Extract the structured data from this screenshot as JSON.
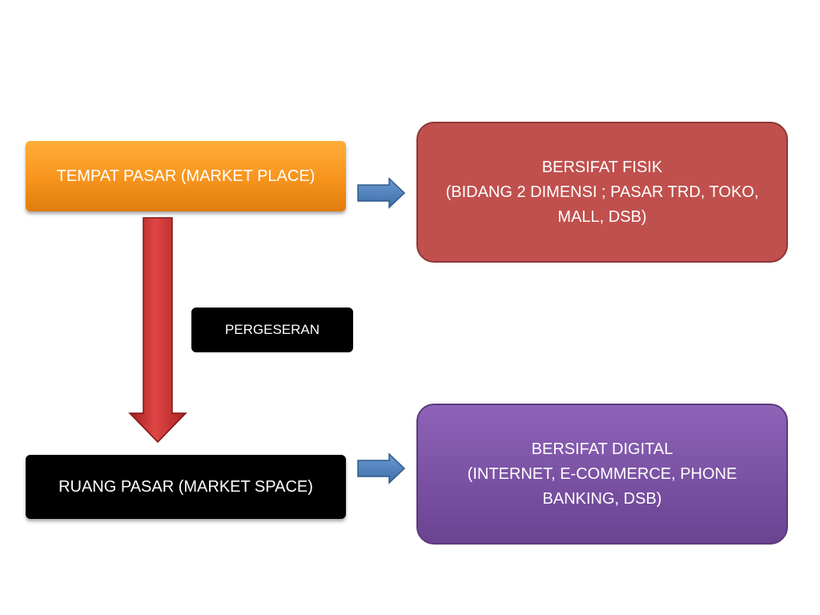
{
  "nodes": {
    "market_place": "TEMPAT PASAR (MARKET PLACE)",
    "market_space": "RUANG PASAR (MARKET SPACE)",
    "shift_label": "PERGESERAN",
    "physical": {
      "line1": "BERSIFAT FISIK",
      "line2": "(BIDANG 2 DIMENSI ; PASAR TRD, TOKO,",
      "line3": "MALL, DSB)"
    },
    "digital": {
      "line1": "BERSIFAT DIGITAL",
      "line2": "(INTERNET, E-COMMERCE, PHONE",
      "line3": "BANKING,  DSB)"
    }
  },
  "colors": {
    "orange": "#f7941d",
    "red": "#c0504d",
    "purple": "#7a51a3",
    "black": "#000000",
    "arrow_blue": "#4f81bd",
    "arrow_red": "#c0392b"
  }
}
